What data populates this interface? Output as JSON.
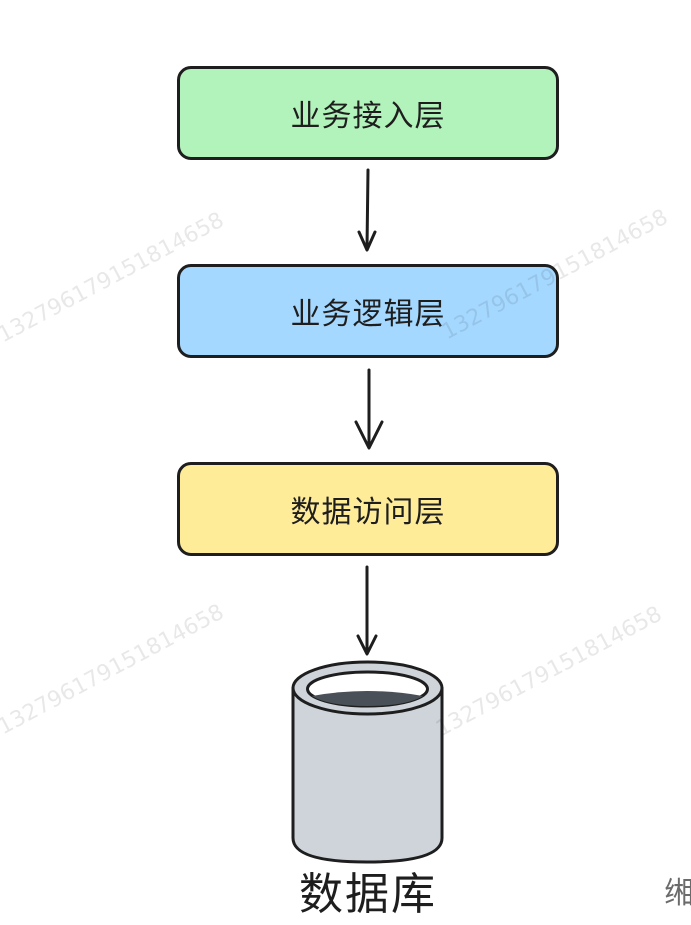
{
  "layers": [
    {
      "label": "业务接入层",
      "fill": "#b2f2bb"
    },
    {
      "label": "业务逻辑层",
      "fill": "#a5d8ff"
    },
    {
      "label": "数据访问层",
      "fill": "#ffec99"
    }
  ],
  "database": {
    "label": "数据库",
    "body_fill": "#ced4da",
    "liquid_fill": "#495057"
  },
  "watermark": "13279617915181465​8",
  "edge_text": "缃",
  "colors": {
    "stroke": "#1e1e1e",
    "background": "#ffffff"
  }
}
